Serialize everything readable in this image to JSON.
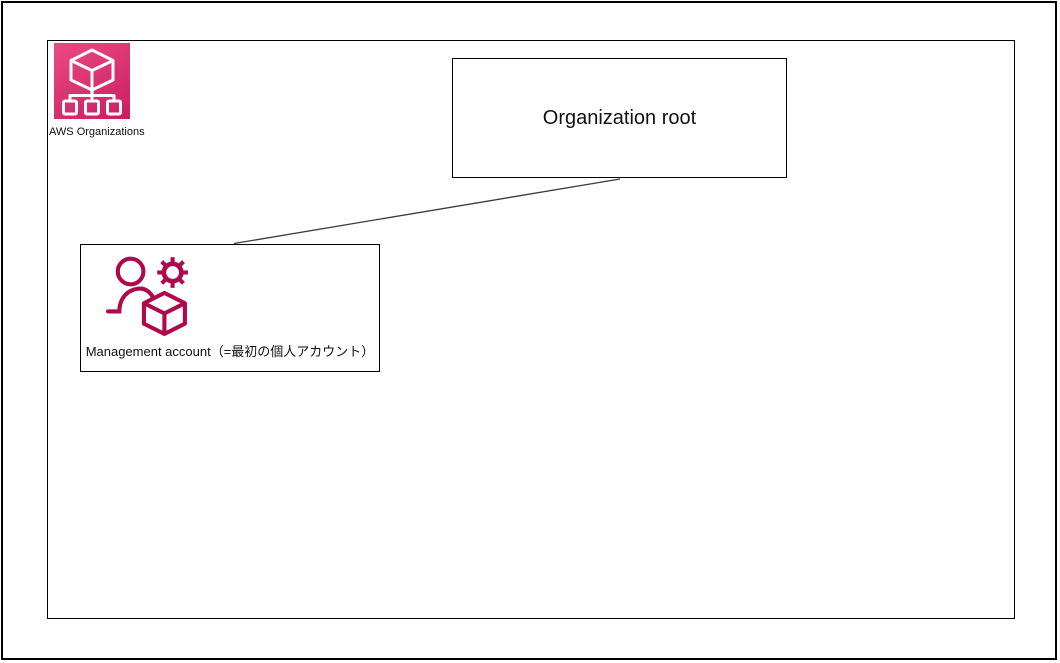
{
  "diagram": {
    "aws_service": {
      "label": "AWS Organizations",
      "icon": "aws-organizations-icon",
      "icon_gradient_start": "#EC4A82",
      "icon_gradient_end": "#C81E60",
      "glyph_color": "#FFFFFF"
    },
    "nodes": {
      "organization_root": {
        "label": "Organization root"
      },
      "management_account": {
        "label": "Management account（=最初の個人アカウント）",
        "icon": "management-account-icon",
        "icon_color": "#B0084D"
      }
    },
    "connector": {
      "from": "organization-root",
      "to": "management-account",
      "color": "#3C3C3C"
    },
    "colors": {
      "background": "#FFFFFF",
      "border": "#000000"
    }
  }
}
